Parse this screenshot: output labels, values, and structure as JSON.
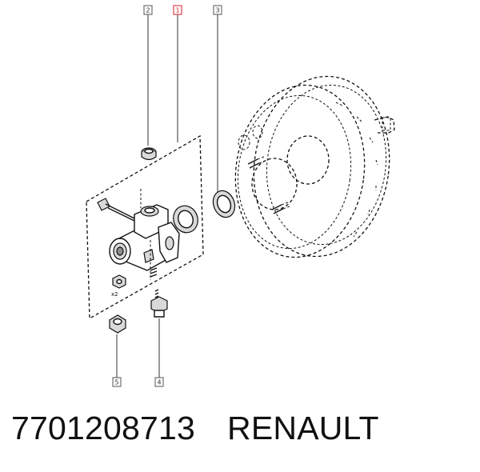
{
  "callouts": [
    {
      "label": "2",
      "highlight": false
    },
    {
      "label": "1",
      "highlight": true
    },
    {
      "label": "3",
      "highlight": false
    },
    {
      "label": "5",
      "highlight": false
    },
    {
      "label": "4",
      "highlight": false
    }
  ],
  "quantity_note": "x2",
  "caption": {
    "part_number": "7701208713",
    "brand": "RENAULT"
  },
  "colors": {
    "highlight": "#d81e2c",
    "line": "#111111"
  }
}
